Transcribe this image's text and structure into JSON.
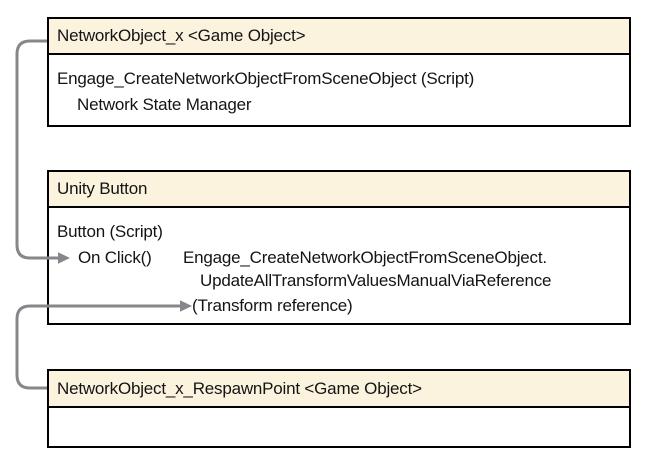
{
  "colors": {
    "background": "#ffffff",
    "header_fill": "#fcf3de",
    "box_border": "#000000",
    "connector": "#85878a"
  },
  "boxes": {
    "network_object": {
      "header": "NetworkObject_x <Game Object>",
      "script_line": "Engage_CreateNetworkObjectFromSceneObject (Script)",
      "property_line": "Network State Manager"
    },
    "unity_button": {
      "header": "Unity Button",
      "script_line": "Button (Script)",
      "event_label": "On Click()",
      "handler_target": "Engage_CreateNetworkObjectFromSceneObject.",
      "handler_method": "UpdateAllTransformValuesManualViaReference",
      "handler_argument": "(Transform reference)"
    },
    "respawn_point": {
      "header": "NetworkObject_x_RespawnPoint <Game Object>"
    }
  }
}
